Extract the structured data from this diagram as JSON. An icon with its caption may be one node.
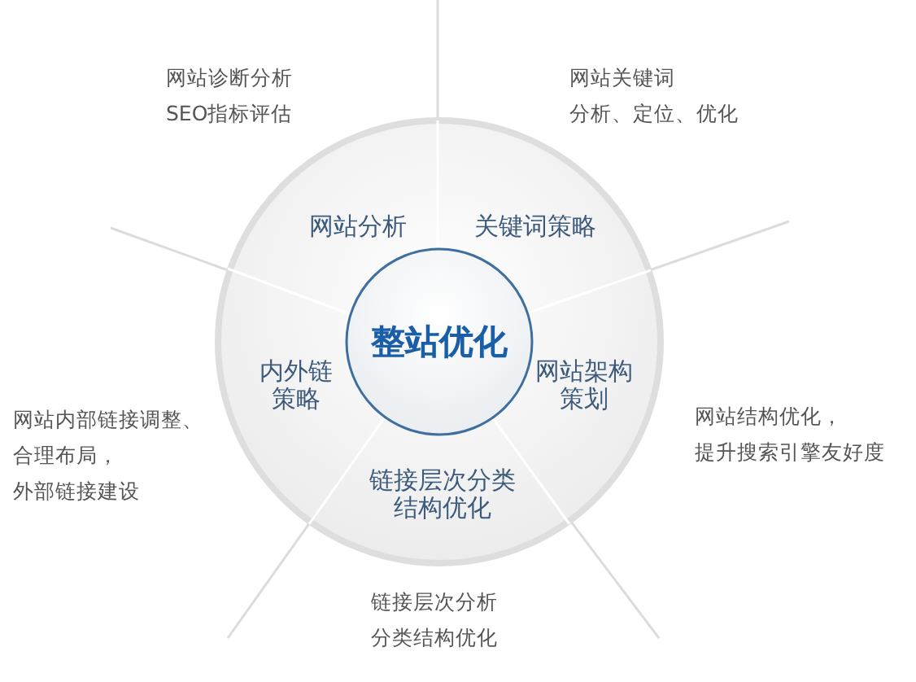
{
  "diagram": {
    "nodes": [
      {
        "text": [
          "整站优化"
        ]
      },
      {
        "text": [
          "网站分析"
        ],
        "beside": [
          "网站诊断分析",
          "SEO指标评估"
        ]
      },
      {
        "text": [
          "关键词策略"
        ],
        "beside": [
          "网站关键词",
          "分析、定位、优化"
        ]
      },
      {
        "text": [
          "网站架构策划"
        ],
        "beside": [
          "网站结构优化，",
          "提升搜索引擎友好度"
        ]
      },
      {
        "text": [
          "链接层次分类结构优化"
        ],
        "beside": [
          "链接层次分析",
          "分类结构优化"
        ]
      },
      {
        "text": [
          "内外链策略"
        ],
        "beside": [
          "网站内部链接调整、",
          "合理布局，",
          "外部链接建设"
        ]
      }
    ],
    "edges": []
  }
}
